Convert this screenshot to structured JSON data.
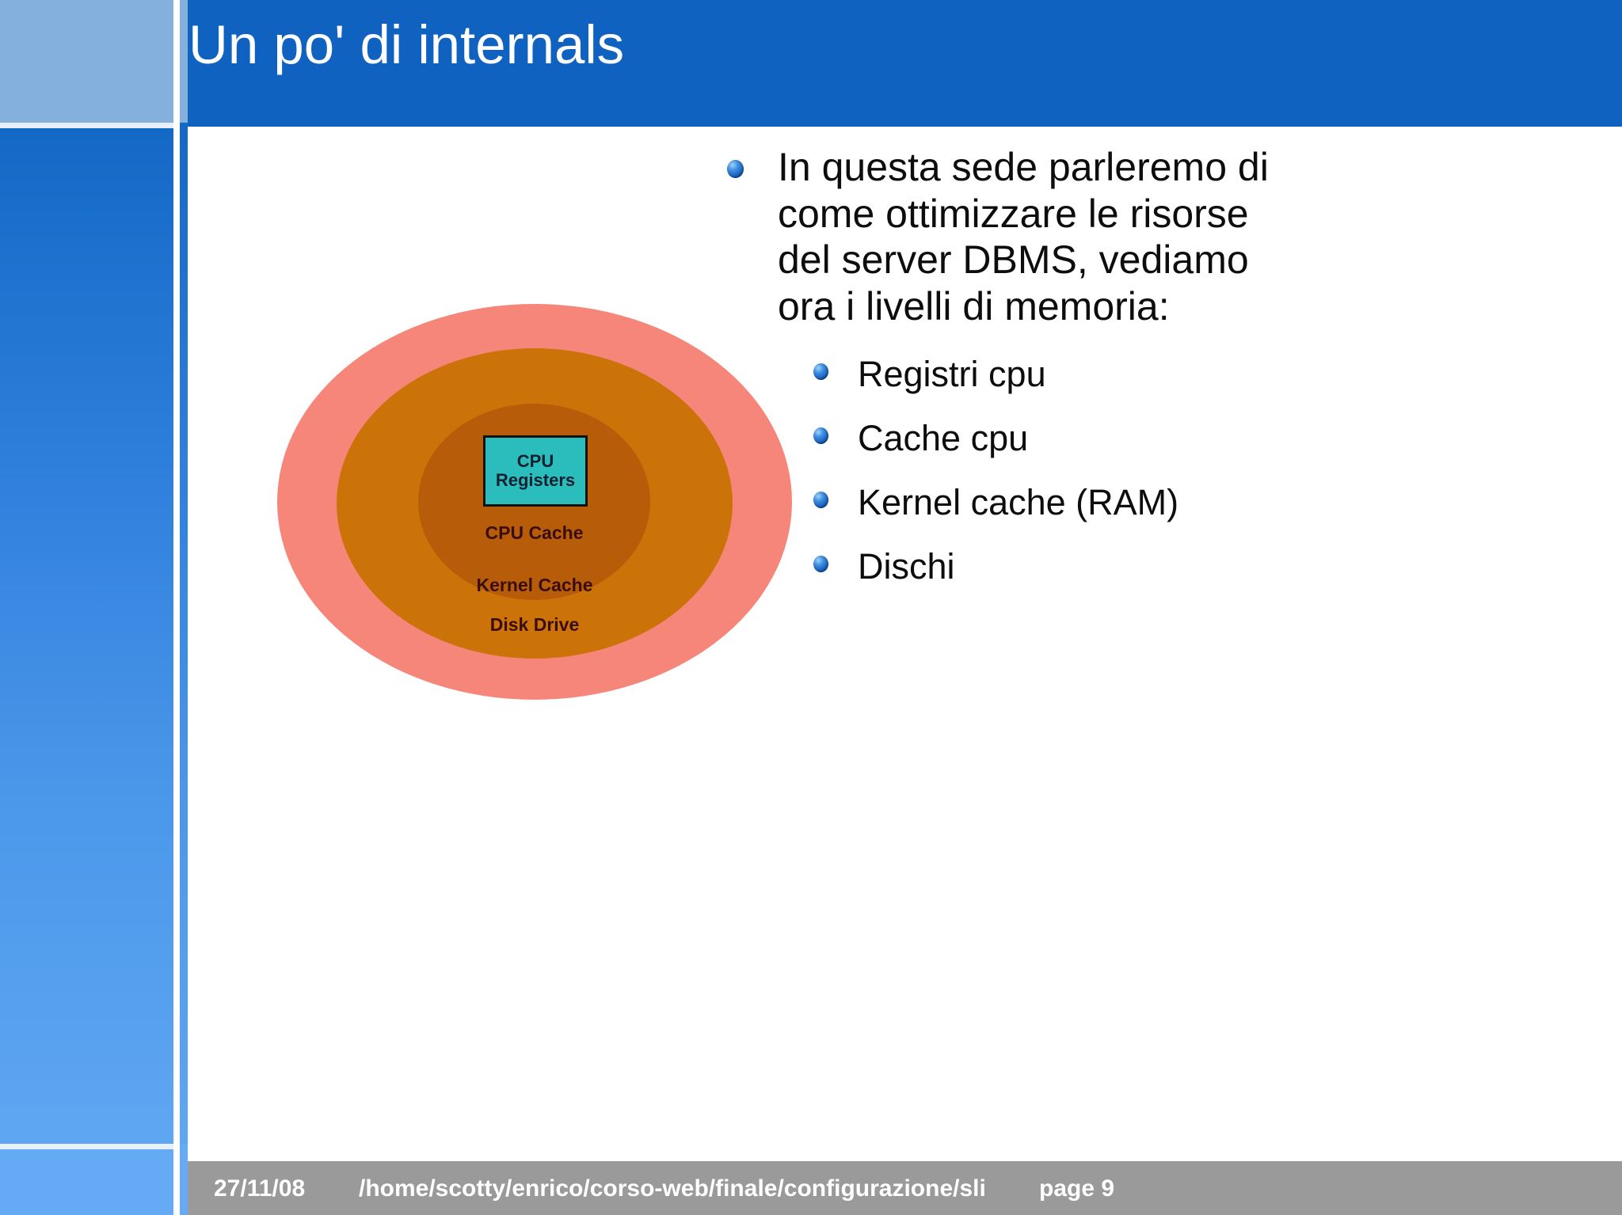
{
  "slide": {
    "title": "Un po' di internals",
    "theme": {
      "title_bar_color": "#0f62c0",
      "sidebar_top_color": "#84b0dd",
      "sidebar_gradient_from": "#1469c6",
      "sidebar_gradient_to": "#5fa6f2",
      "footer_bar_color": "#9a9a9a",
      "body_text_color": "#0d0d0d",
      "bullet_color": "#1559b8"
    }
  },
  "body": {
    "level1_bullets": [
      "In questa sede parleremo di come ottimizzare le risorse del server DBMS, vediamo ora i livelli di memoria:"
    ],
    "level2_bullets": [
      "Registri cpu",
      "Cache cpu",
      "Kernel cache (RAM)",
      "Dischi"
    ]
  },
  "diagram": {
    "name": "memory-hierarchy-ellipses",
    "layers": [
      {
        "label": "Disk Drive",
        "color": "#f58679"
      },
      {
        "label": "Kernel Cache",
        "color": "#cb7309"
      },
      {
        "label": "CPU Cache",
        "color": "#b75d0a"
      }
    ],
    "center_box": {
      "line1": "CPU",
      "line2": "Registers",
      "color": "#2bbcbc"
    }
  },
  "footer": {
    "date": "27/11/08",
    "path": "/home/scotty/enrico/corso-web/finale/configurazione/sli",
    "page": "page 9"
  }
}
